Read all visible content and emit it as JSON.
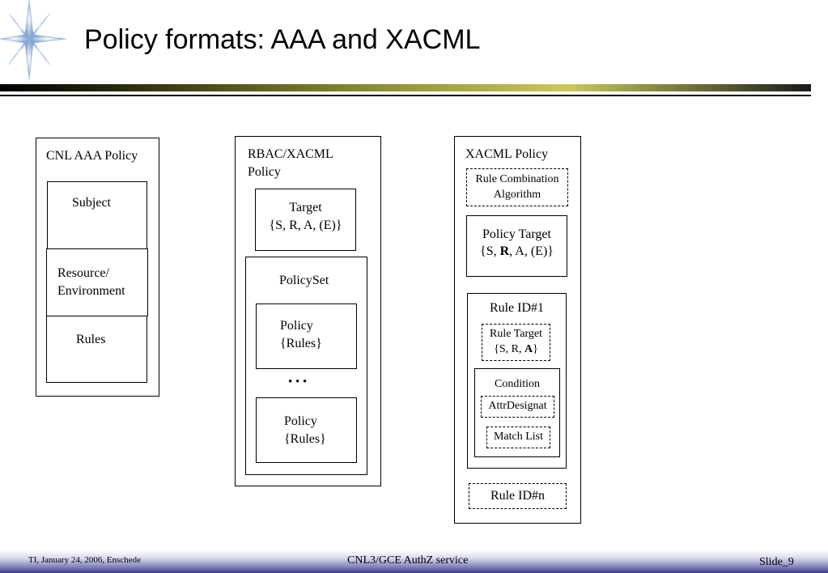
{
  "slide": {
    "title": "Policy formats: AAA and XACML"
  },
  "col1": {
    "heading": "CNL AAA Policy",
    "subject": "Subject",
    "resource_line1": "Resource/",
    "resource_line2": "Environment",
    "rules": "Rules"
  },
  "col2": {
    "heading_line1": "RBAC/XACML",
    "heading_line2": "Policy",
    "target_line1": "Target",
    "target_line2": "{S, R, A, (E)}",
    "policyset": "PolicySet",
    "policy1_line1": "Policy",
    "policy1_line2": "{Rules}",
    "ellipsis": "• • •",
    "policy2_line1": "Policy",
    "policy2_line2": "{Rules}"
  },
  "col3": {
    "heading": "XACML Policy",
    "rca_line1": "Rule Combination",
    "rca_line2": "Algorithm",
    "ptarget_line1": "Policy Target",
    "ptarget_pre": "{S, ",
    "ptarget_bold": "R",
    "ptarget_post": ", A, (E)}",
    "rule1": "Rule ID#1",
    "rtarget_line1": "Rule Target",
    "rtarget_pre": "{S, R, ",
    "rtarget_bold": "A",
    "rtarget_post": "}",
    "condition": "Condition",
    "attr": "AttrDesignat",
    "match": "Match List",
    "rulen": "Rule ID#n"
  },
  "footer": {
    "left": "TI, January 24, 2006, Enschede",
    "center": "CNL3/GCE AuthZ service",
    "right": "Slide_9"
  },
  "colors": {
    "footer_band": "#3b3b86",
    "rule_gradient": "#c9c95c",
    "star": "#8fb0d8"
  }
}
